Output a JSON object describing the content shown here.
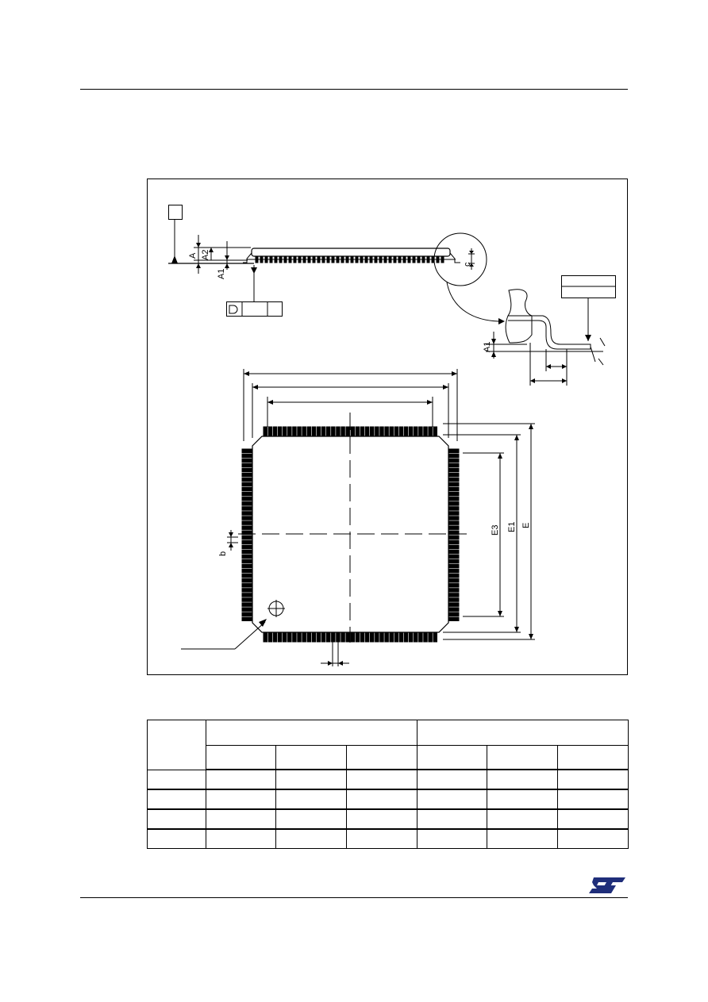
{
  "drawing": {
    "labels": {
      "A": "A",
      "A2": "A2",
      "A1_side": "A1",
      "A1_detail": "A1",
      "c": "c",
      "b": "b",
      "E3": "E3",
      "E1": "E1",
      "E": "E"
    }
  },
  "table": {
    "columns": 7,
    "group_headers": [
      "",
      ""
    ],
    "sub_headers": [
      "",
      "",
      "",
      "",
      "",
      ""
    ],
    "rows": [
      [
        "",
        "",
        "",
        "",
        "",
        "",
        ""
      ],
      [
        "",
        "",
        "",
        "",
        "",
        "",
        ""
      ],
      [
        "",
        "",
        "",
        "",
        "",
        "",
        ""
      ],
      [
        "",
        "",
        "",
        "",
        "",
        "",
        ""
      ]
    ]
  },
  "footer": {
    "logo": "st-logo-icon"
  },
  "colors": {
    "line": "#000000",
    "logo": "#1f2e7a"
  }
}
